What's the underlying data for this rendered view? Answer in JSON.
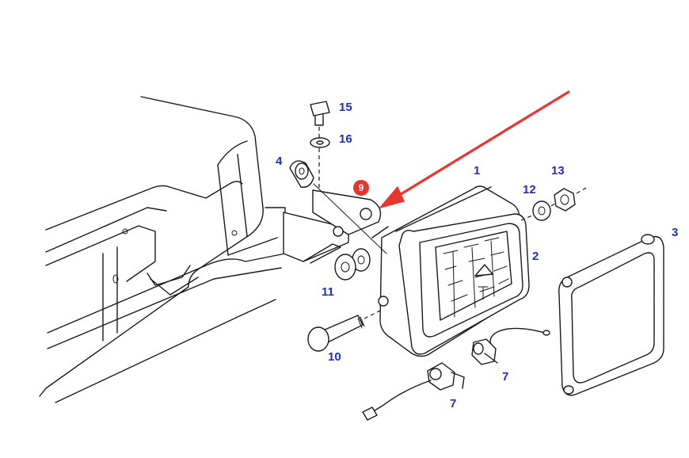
{
  "colors": {
    "callout": "#1c2ec8",
    "highlight": "#e8352e",
    "line": "#1a1a1a"
  },
  "callouts": [
    {
      "id": "1",
      "label": "1"
    },
    {
      "id": "2",
      "label": "2"
    },
    {
      "id": "3",
      "label": "3"
    },
    {
      "id": "4",
      "label": "4"
    },
    {
      "id": "7a",
      "label": "7"
    },
    {
      "id": "7b",
      "label": "7"
    },
    {
      "id": "10",
      "label": "10"
    },
    {
      "id": "11",
      "label": "11"
    },
    {
      "id": "12",
      "label": "12"
    },
    {
      "id": "13",
      "label": "13"
    },
    {
      "id": "15",
      "label": "15"
    },
    {
      "id": "16",
      "label": "16"
    }
  ],
  "highlight": {
    "label": "9",
    "icon": "red-arrow-icon"
  }
}
